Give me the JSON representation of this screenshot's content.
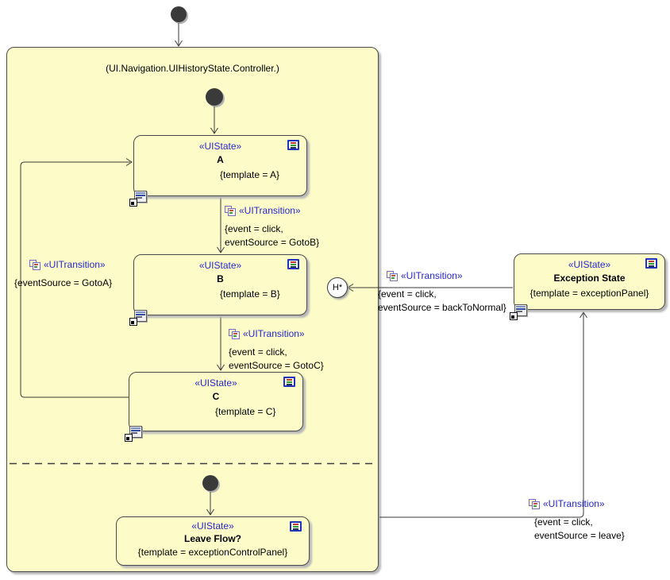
{
  "colors": {
    "state_fill": "#FDFCC9",
    "state_border": "#4A4A4A",
    "stereotype_text": "#2626C9",
    "body_text": "#000000",
    "background": "#FFFFFF"
  },
  "icons": {
    "state_header_icon": "spec-list-icon",
    "state_corner_icon": "ui-mockup-icon",
    "transition_icon": "overlapping-rectangles-icon",
    "initial_node": "filled-circle",
    "history_node": "deep-history-circle"
  },
  "container": {
    "title": "(UI.Navigation.UIHistoryState.Controller.)"
  },
  "history_state": {
    "label": "H*"
  },
  "states": {
    "a": {
      "stereotype": "«UIState»",
      "name": "A",
      "constraint": "{template = A}"
    },
    "b": {
      "stereotype": "«UIState»",
      "name": "B",
      "constraint": "{template = B}"
    },
    "c": {
      "stereotype": "«UIState»",
      "name": "C",
      "constraint": "{template = C}"
    },
    "exception": {
      "stereotype": "«UIState»",
      "name": "Exception State",
      "constraint": "{template = exceptionPanel}"
    },
    "leave_flow": {
      "stereotype": "«UIState»",
      "name": "Leave Flow?",
      "constraint": "{template = exceptionControlPanel}"
    }
  },
  "transitions": {
    "a_to_b": {
      "stereotype": "«UITransition»",
      "constraint_line1": "{event = click,",
      "constraint_line2": "eventSource = GotoB}"
    },
    "b_to_c": {
      "stereotype": "«UITransition»",
      "constraint_line1": "{event = click,",
      "constraint_line2": "eventSource = GotoC}"
    },
    "c_to_a": {
      "stereotype": "«UITransition»",
      "constraint_line1": "{eventSource = GotoA}"
    },
    "exception_to_history": {
      "stereotype": "«UITransition»",
      "constraint_line1": "{event = click,",
      "constraint_line2": "eventSource = backToNormal}"
    },
    "leave_flow_exit": {
      "stereotype": "«UITransition»",
      "constraint_line1": "{event = click,",
      "constraint_line2": "eventSource = leave}"
    }
  }
}
